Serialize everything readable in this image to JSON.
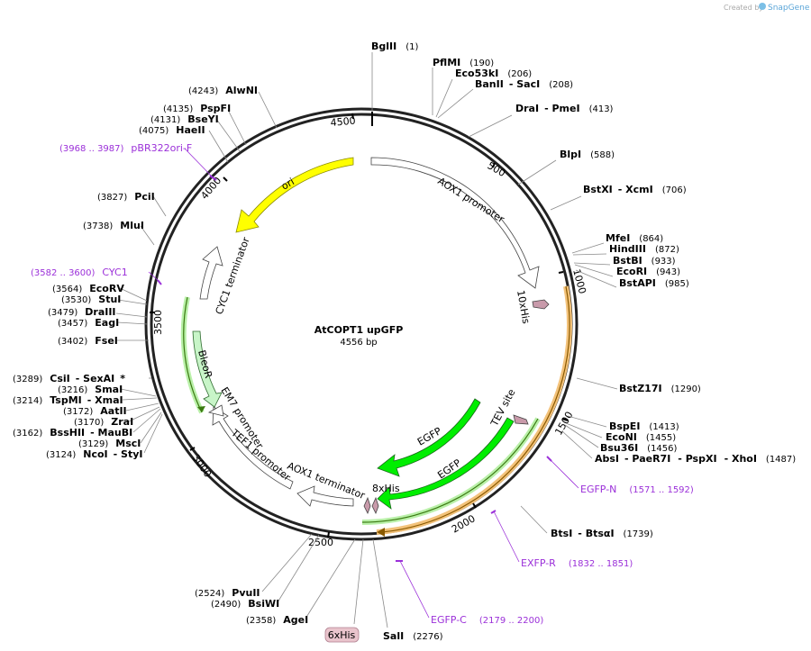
{
  "header": {
    "created_by": "Created by",
    "app": "SnapGene"
  },
  "plasmid": {
    "name": "AtCOPT1 upGFP",
    "size": "4556 bp"
  },
  "ticks": [
    "500",
    "1000",
    "1500",
    "2000",
    "2500",
    "3000",
    "3500",
    "4000",
    "4500"
  ],
  "sites": [
    {
      "name": "BglII",
      "pos": "(1)"
    },
    {
      "name": "PflMI",
      "pos": "(190)"
    },
    {
      "name": "Eco53kI",
      "pos": "(206)"
    },
    {
      "name": "BanII",
      "name2": "- SacI",
      "pos": "(208)"
    },
    {
      "name": "DraI",
      "name2": "- PmeI",
      "pos": "(413)"
    },
    {
      "name": "BlpI",
      "pos": "(588)"
    },
    {
      "name": "BstXI",
      "name2": "- XcmI",
      "pos": "(706)"
    },
    {
      "name": "MfeI",
      "pos": "(864)"
    },
    {
      "name": "HindIII",
      "pos": "(872)"
    },
    {
      "name": "BstBI",
      "pos": "(933)"
    },
    {
      "name": "EcoRI",
      "pos": "(943)"
    },
    {
      "name": "BstAPI",
      "pos": "(985)"
    },
    {
      "name": "BstZ17I",
      "pos": "(1290)"
    },
    {
      "name": "BspEI",
      "pos": "(1413)"
    },
    {
      "name": "EcoNI",
      "pos": "(1455)"
    },
    {
      "name": "Bsu36I",
      "pos": "(1456)"
    },
    {
      "name": "AbsI",
      "name2": "- PaeR7I",
      "name3": "- PspXI",
      "name4": "- XhoI",
      "pos": "(1487)"
    },
    {
      "name": "BtsI",
      "name2": "- BtsαI",
      "pos": "(1739)"
    },
    {
      "name": "SalI",
      "pos": "(2276)"
    },
    {
      "name": "AgeI",
      "pos": "(2358)"
    },
    {
      "name": "BsiWI",
      "pos": "(2490)"
    },
    {
      "name": "PvuII",
      "pos": "(2524)"
    },
    {
      "name": "NcoI",
      "name2": "- StyI",
      "pos": "(3124)"
    },
    {
      "name": "MscI",
      "pos": "(3129)"
    },
    {
      "name": "BssHII",
      "name2": "- MauBI",
      "pos": "(3162)"
    },
    {
      "name": "ZraI",
      "pos": "(3170)"
    },
    {
      "name": "AatII",
      "pos": "(3172)"
    },
    {
      "name": "TspMI",
      "name2": "- XmaI",
      "pos": "(3214)"
    },
    {
      "name": "SmaI",
      "pos": "(3216)"
    },
    {
      "name": "CsiI",
      "name2": "- SexAI",
      "name3": "*",
      "pos": "(3289)"
    },
    {
      "name": "FseI",
      "pos": "(3402)"
    },
    {
      "name": "EagI",
      "pos": "(3457)"
    },
    {
      "name": "DraIII",
      "pos": "(3479)"
    },
    {
      "name": "StuI",
      "pos": "(3530)"
    },
    {
      "name": "EcoRV",
      "pos": "(3564)"
    },
    {
      "name": "MluI",
      "pos": "(3738)"
    },
    {
      "name": "PciI",
      "pos": "(3827)"
    },
    {
      "name": "HaeII",
      "pos": "(4075)"
    },
    {
      "name": "BseYI",
      "pos": "(4131)"
    },
    {
      "name": "PspFI",
      "pos": "(4135)"
    },
    {
      "name": "AlwNI",
      "pos": "(4243)"
    }
  ],
  "primers": [
    {
      "name": "pBR322ori-F",
      "pos": "(3968 .. 3987)"
    },
    {
      "name": "CYC1",
      "pos": "(3582 .. 3600)"
    },
    {
      "name": "EGFP-N",
      "pos": "(1571 .. 1592)"
    },
    {
      "name": "EXFP-R",
      "pos": "(1832 .. 1851)"
    },
    {
      "name": "EGFP-C",
      "pos": "(2179 .. 2200)"
    }
  ],
  "features": {
    "ori": "ori",
    "aox1_promoter": "AOX1 promoter",
    "his10": "10xHis",
    "cyc1_terminator": "CYC1 terminator",
    "bleor": "BleoR",
    "em7_promoter": "EM7 promoter",
    "tef1_promoter": "TEF1 promoter",
    "aox1_terminator": "AOX1 terminator",
    "his8": "8xHis",
    "egfp1": "EGFP",
    "egfp2": "EGFP",
    "tev_site": "TEV site",
    "his6_badge": "6xHis"
  },
  "colors": {
    "ori": "#ffff00",
    "bleor": "#c8f5c8",
    "egfp": "#00ee00",
    "his": "#c89aaa",
    "orange_line": "#f3c27a",
    "primer": "#9b30d9",
    "badge": "#e9c4cc"
  }
}
